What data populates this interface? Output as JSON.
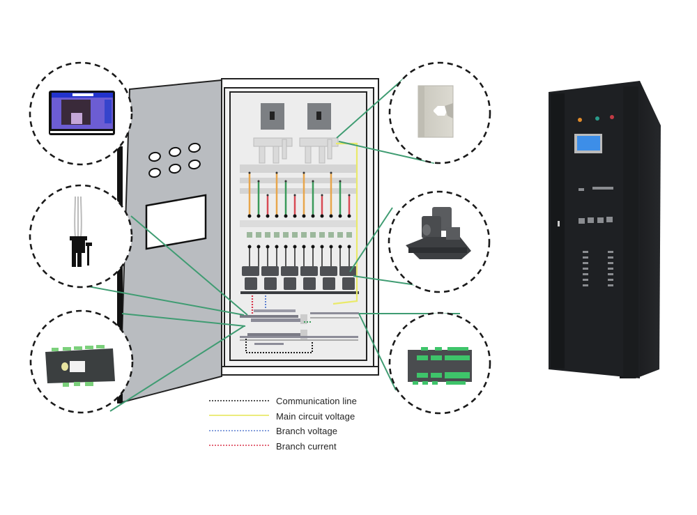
{
  "diagram": {
    "title": "Power distribution cabinet monitoring system",
    "colors": {
      "callout_line": "#3f9c72",
      "communication": "#1a1a1a",
      "main_voltage": "#eaea6a",
      "branch_voltage": "#5b7fd0",
      "branch_current": "#d8344a",
      "wire_orange": "#e8a64c",
      "wire_green": "#3a9a5a",
      "wire_red": "#d84a54",
      "door_fill": "#b9bcc0",
      "rack_fill": "#1c1e21",
      "lcd_blue": "#3d8ee8"
    },
    "callouts": [
      {
        "id": "touch-screen-display",
        "side": "left"
      },
      {
        "id": "voltage-sensor-harness",
        "side": "left"
      },
      {
        "id": "multi-circuit-meter",
        "side": "left"
      },
      {
        "id": "main-current-transformer",
        "side": "right"
      },
      {
        "id": "split-core-current-transformers",
        "side": "right"
      },
      {
        "id": "branch-monitoring-module",
        "side": "right"
      }
    ],
    "cabinet": {
      "breaker_count": 12,
      "mccb_count": 2,
      "door_buttons": 6
    },
    "legend": [
      {
        "label": "Communication line",
        "color": "#1a1a1a"
      },
      {
        "label": "Main circuit voltage",
        "color": "#eaea6a"
      },
      {
        "label": "Branch voltage",
        "color": "#5b7fd0"
      },
      {
        "label": "Branch current",
        "color": "#d8344a"
      }
    ]
  }
}
